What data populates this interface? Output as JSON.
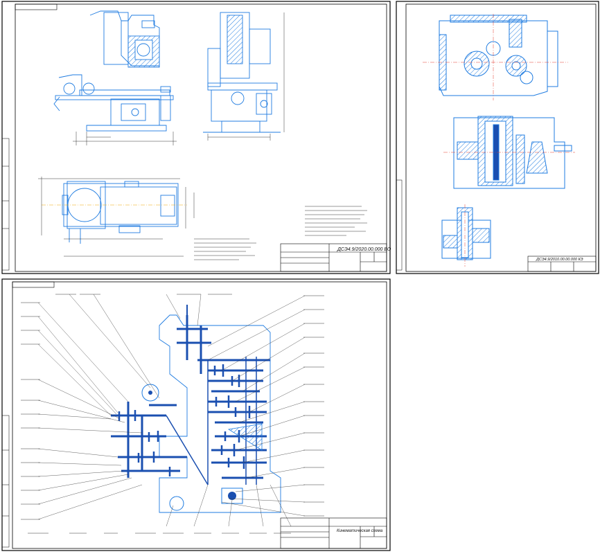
{
  "drawings": {
    "assembly": {
      "code": "ДСЭ4.9/2020.00.000 ВО"
    },
    "gearbox": {
      "code": "ДСЭ4.9/2010.00.00.000 КЭ"
    },
    "kinematic": {
      "title": "Кинематическая схема"
    }
  },
  "colors": {
    "lines": "#1e7be0",
    "frame": "#000000",
    "shaft": "#1a4fb0",
    "center": "#e23b2f",
    "axis": "#f0a500"
  }
}
